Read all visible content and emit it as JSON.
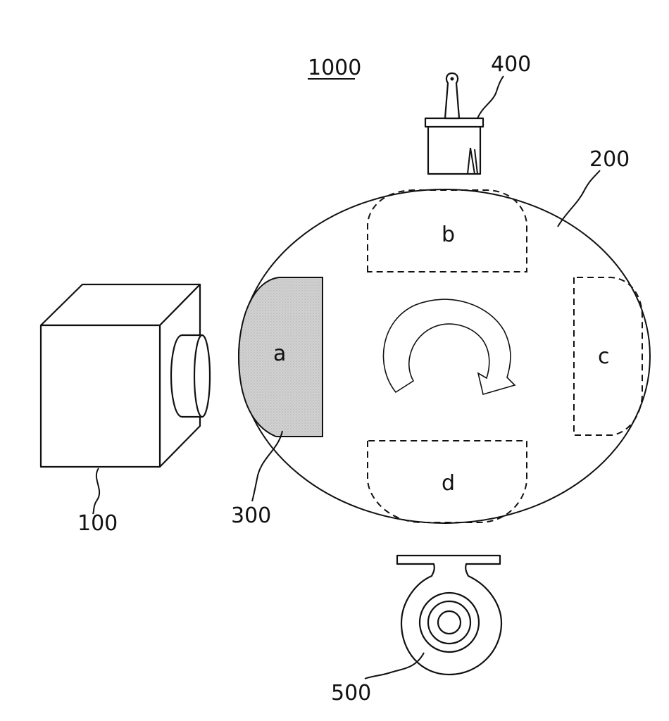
{
  "figure": {
    "system_ref": "1000",
    "camera_ref": "100",
    "turntable_ref": "200",
    "marked_area_ref": "300",
    "brush_ref": "400",
    "blower_ref": "500",
    "zones": {
      "a": "a",
      "b": "b",
      "c": "c",
      "d": "d"
    },
    "icons": {
      "camera": "camera-icon",
      "brush": "paint-brush-icon",
      "blower": "blower-fan-icon",
      "rotation": "rotation-arrow-icon"
    },
    "colors": {
      "stroke": "#111111",
      "marked_area_fill": "#cfcfcf",
      "background": "#ffffff"
    }
  }
}
